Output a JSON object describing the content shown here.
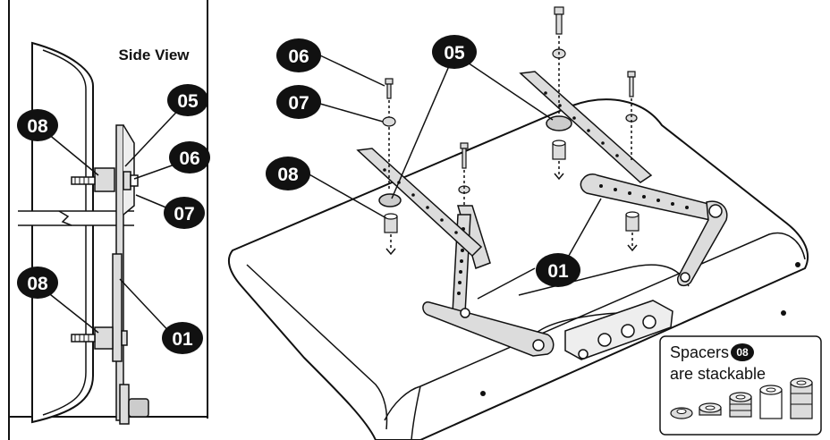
{
  "side_view": {
    "title": "Side View",
    "callouts": [
      "08",
      "05",
      "06",
      "07",
      "08",
      "01"
    ]
  },
  "main_view": {
    "callouts": [
      "06",
      "07",
      "08",
      "05",
      "01"
    ]
  },
  "note": {
    "text_before": "Spacers",
    "part": "08",
    "text_after": "are stackable"
  },
  "colors": {
    "ink": "#111111",
    "callout_fill": "#111111",
    "part_fill": "#dcdcdc",
    "background": "#ffffff"
  }
}
